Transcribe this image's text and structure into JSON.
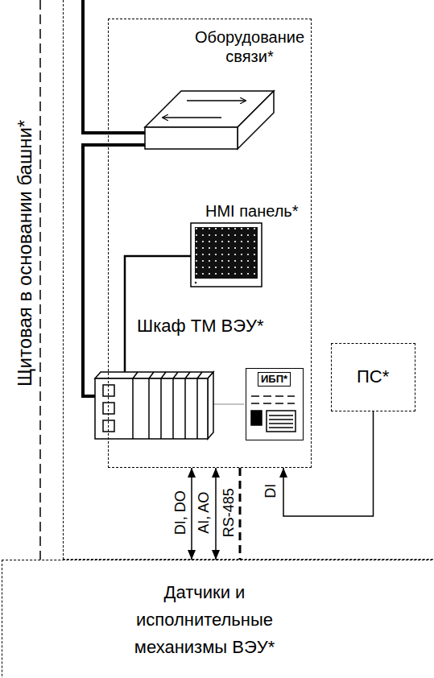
{
  "diagram": {
    "nodes": [
      {
        "text": [
          "Щитовая в основании башни*"
        ]
      },
      {
        "text": [
          "Шкаф ТМ ВЭУ*"
        ],
        "in": 0
      },
      {
        "text": [
          "Оборудование связи*"
        ],
        "in": 1
      },
      {
        "text": [
          "HMI панель*"
        ],
        "in": 1
      },
      {
        "text": [
          "ИБП*"
        ],
        "in": 1
      },
      {
        "text": [
          "ПС*"
        ],
        "in": 0
      },
      {
        "text": [
          "Датчики и исполнительные механизмы ВЭУ*"
        ]
      }
    ],
    "edges": [
      {
        "from": 1,
        "to": 6,
        "arrow": "both",
        "label": "DI, DO"
      },
      {
        "from": 1,
        "to": 6,
        "arrow": "both",
        "label": "AI, AO"
      },
      {
        "from": 1,
        "to": 6,
        "arrow": "none",
        "label": "RS-485"
      },
      {
        "from": 5,
        "to": 1,
        "arrow": "to",
        "label": "DI"
      }
    ]
  }
}
